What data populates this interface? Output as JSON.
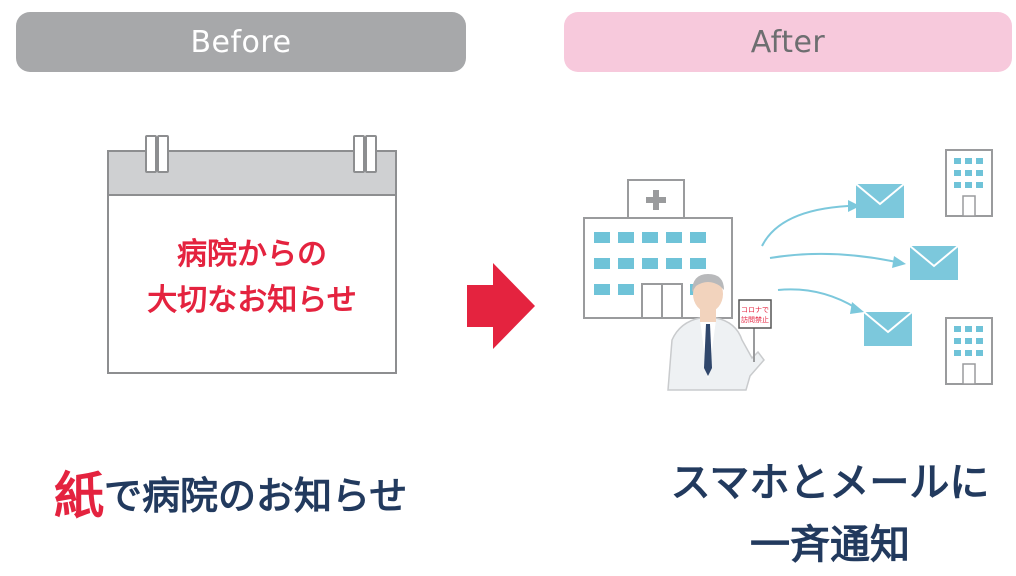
{
  "header": {
    "before_label": "Before",
    "after_label": "After"
  },
  "before": {
    "calendar_line1": "病院からの",
    "calendar_line2": "大切なお知らせ",
    "caption_highlight": "紙",
    "caption_rest": "で病院のお知らせ"
  },
  "after": {
    "sign_line1": "コロナで",
    "sign_line2": "訪問禁止",
    "caption_line1": "スマホとメールに",
    "caption_line2": "一斉通知"
  },
  "colors": {
    "before_pill": "#a7a8aa",
    "after_pill": "#f7c9dc",
    "accent_red": "#e4233f",
    "navy_text": "#223a5e",
    "mail_blue": "#7cc8dc",
    "building_blue": "#6fc3d8"
  }
}
